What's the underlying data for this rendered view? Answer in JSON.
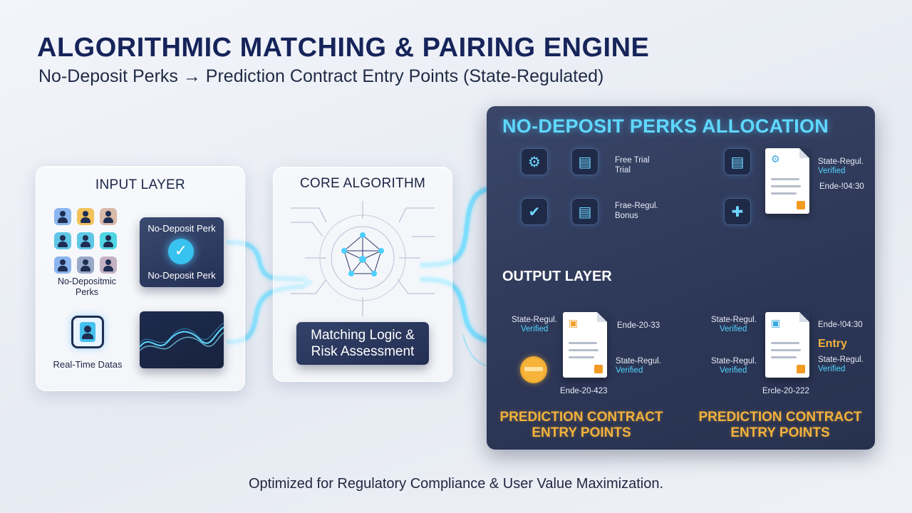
{
  "title": "ALGORITHMIC MATCHING & PAIRING ENGINE",
  "subtitle": "No-Deposit Perks → Prediction Contract Entry Points (State-Regulated)",
  "footer": "Optimized for Regulatory Compliance & User Value Maximization.",
  "input_layer": {
    "heading": "INPUT LAYER",
    "users_label": "No-Depositmic Perks",
    "realtime_label": "Real-Time Datas",
    "perk_card_top": "No-Deposit Perk",
    "perk_card_bottom": "No-Deposit Perk"
  },
  "core": {
    "heading": "CORE ALGORITHM",
    "logic_line1": "Matching Logic &",
    "logic_line2": "Risk Assessment"
  },
  "allocation": {
    "heading": "NO-DEPOSIT PERKS ALLOCATION",
    "free_trial_1": "Free Trial",
    "free_trial_2": "Trial",
    "free_bonus_1": "Frae-Regul.",
    "free_bonus_2": "Bonus",
    "doc_top_line1": "State-Regul.",
    "doc_top_line2": "Verified",
    "doc_top_code": "Ende-!04:30"
  },
  "output": {
    "heading": "OUTPUT LAYER",
    "left_top_1": "State-Regul.",
    "left_top_2": "Verified",
    "left_code_top": "Ende-20-33",
    "left_mid_1": "State-Regul.",
    "left_mid_2": "Verified",
    "left_code_bottom": "Ende-20-423",
    "right_top_1": "State-Regul.",
    "right_top_2": "Verified",
    "right_code_top": "Ende-!04:30",
    "right_entry": "Entry",
    "right_side_1": "State-Regul.",
    "right_side_2": "Verified",
    "right_mid_1": "State-Regul.",
    "right_mid_2": "Verified",
    "right_code_bottom": "Ercle-20-222",
    "pred_left_1": "PREDICTION CONTRACT",
    "pred_left_2": "ENTRY POINTS",
    "pred_right_1": "PREDICTION CONTRACT",
    "pred_right_2": "ENTRY POINTS"
  },
  "colors": {
    "accent_blue": "#5fd8ff",
    "accent_orange": "#f3b23c",
    "title_navy": "#16245a",
    "panel_dark": "#2c3656"
  },
  "icons": [
    "gear-icon",
    "card-icon",
    "check-icon",
    "user-icon",
    "seal-icon",
    "document-icon",
    "arrow-icon",
    "network-icon"
  ]
}
